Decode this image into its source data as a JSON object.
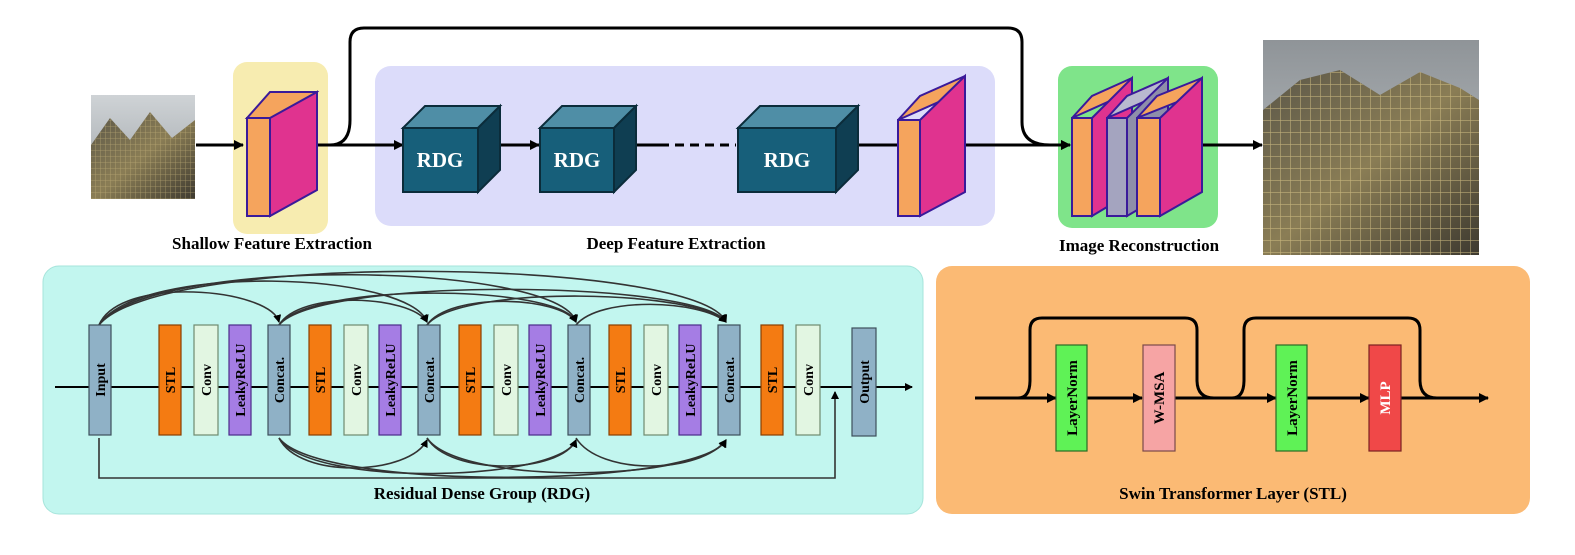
{
  "top": {
    "shallow_label": "Shallow Feature Extraction",
    "deep_label": "Deep Feature Extraction",
    "recon_label": "Image Reconstruction",
    "rdg_blocks": [
      "RDG",
      "RDG",
      "RDG"
    ]
  },
  "rdg_panel": {
    "title": "Residual Dense Group (RDG)",
    "input": "Input",
    "output": "Output",
    "stl": "STL",
    "conv": "Conv",
    "lrelu": "LeakyReLU",
    "concat": "Concat."
  },
  "stl_panel": {
    "title": "Swin Transformer Layer (STL)",
    "layernorm": "LayerNorm",
    "wmsa": "W-MSA",
    "mlp": "MLP"
  },
  "colors": {
    "orange_face": "#f5a45d",
    "magenta_face": "#e0338f",
    "purple_edge": "#3a1a9a",
    "rdg_front": "#175f7a",
    "rdg_top": "#4f8ea6",
    "rdg_side": "#0f3e52",
    "yellow_bg": "#f7ecb0",
    "lavender_bg": "#dcdcfa",
    "green_bg": "#7fe48a",
    "aqua_bg": "#c2f6ef",
    "orange_bg": "#fbba74",
    "stl_orange": "#f47b12",
    "conv_green": "#e2f6e2",
    "lrelu_purple": "#a57de4",
    "io_blue": "#8fb1c6",
    "ln_green": "#5ff256",
    "wmsa_pink": "#f6a4a4",
    "mlp_red": "#f04848"
  }
}
